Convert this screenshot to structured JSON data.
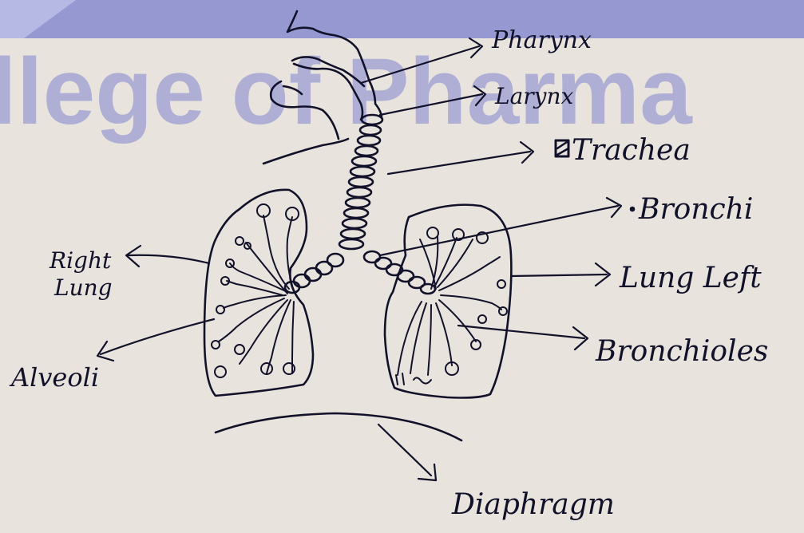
{
  "watermark": {
    "text": "llege of Pharma",
    "color": "#6f76c9"
  },
  "labels": {
    "pharynx": "Pharynx",
    "larynx": "Larynx",
    "trachea": "Trachea",
    "bronchi": "Bronchi",
    "lung_left": "Lung Left",
    "bronchioles": "Bronchioles",
    "right_lung_line1": "Right",
    "right_lung_line2": "Lung",
    "alveoli": "Alveoli",
    "diaphragm": "Diaphragm"
  },
  "colors": {
    "ink": "#12112a",
    "paper": "#e9e3dd",
    "banner": "#7a80cc"
  }
}
